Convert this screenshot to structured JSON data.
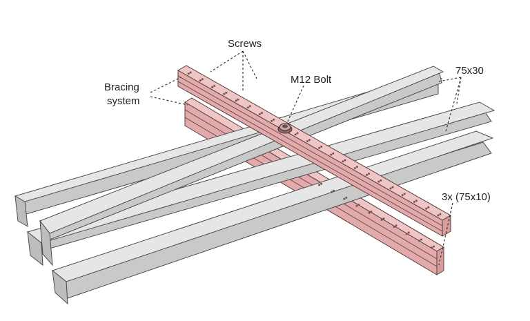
{
  "labels": {
    "screws": "Screws",
    "bracing_line1": "Bracing",
    "bracing_line2": "system",
    "bolt": "M12 Bolt",
    "timber_size": "75x30",
    "plate_size": "3x (75x10)"
  },
  "colors": {
    "timber": "#e6e6e6",
    "bracing_plate": "#efc6c6",
    "outline": "#4a4a4a"
  }
}
